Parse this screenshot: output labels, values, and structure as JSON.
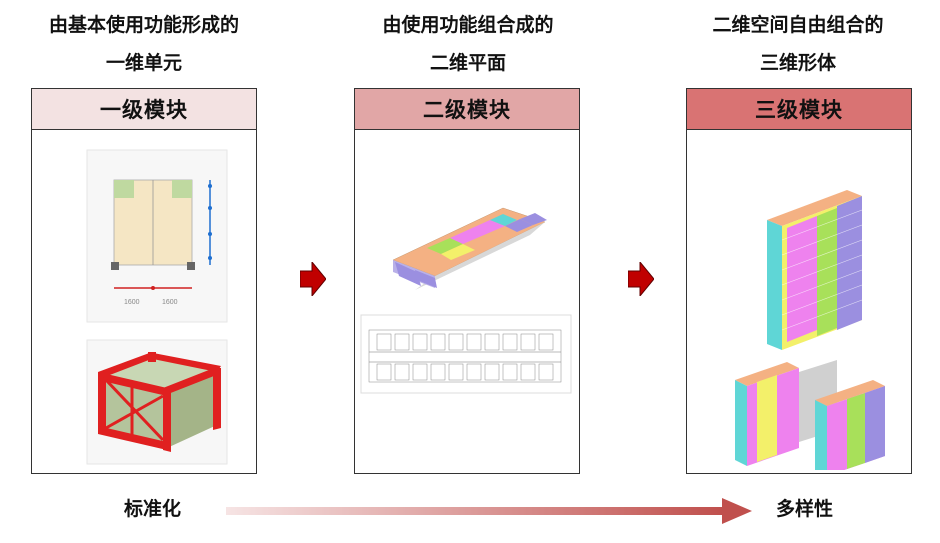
{
  "columns": [
    {
      "caption_line1": "由基本使用功能形成的",
      "caption_line2": "一维单元",
      "header": "一级模块",
      "header_color": "#F3E2E2"
    },
    {
      "caption_line1": "由使用功能组合成的",
      "caption_line2": "二维平面",
      "header": "二级模块",
      "header_color": "#E1A6A6"
    },
    {
      "caption_line1": "二维空间自由组合的",
      "caption_line2": "三维形体",
      "header": "三级模块",
      "header_color": "#D97373"
    }
  ],
  "bottom": {
    "left_label": "标准化",
    "right_label": "多样性",
    "arrow_color": "#C0504D"
  },
  "plan_dims": [
    "1600",
    "1600"
  ],
  "colors": {
    "module_blue": "#9B8FE0",
    "module_pink": "#EE82EE",
    "module_green": "#A8E05A",
    "module_yellow": "#F3F06A",
    "module_orange": "#F4B183",
    "module_cyan": "#5FD6D6",
    "frame_red": "#E02020",
    "arrow_red": "#C00000"
  }
}
